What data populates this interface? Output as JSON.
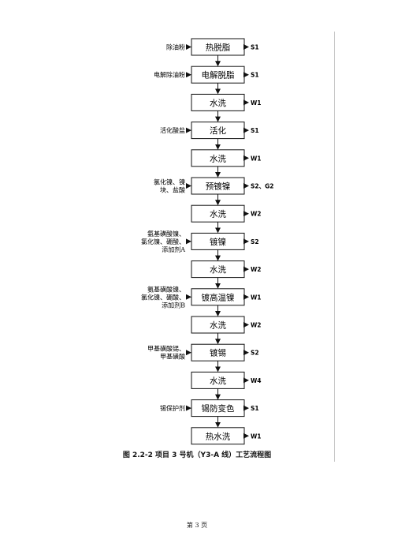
{
  "steps": [
    {
      "label": "热脱脂",
      "inputs": [
        "除油粉"
      ],
      "output": "S1"
    },
    {
      "label": "电解脱脂",
      "inputs": [
        "电解除油粉"
      ],
      "output": "S1"
    },
    {
      "label": "水洗",
      "inputs": [],
      "output": "W1"
    },
    {
      "label": "活化",
      "inputs": [
        "活化酸盐"
      ],
      "output": "S1"
    },
    {
      "label": "水洗",
      "inputs": [],
      "output": "W1"
    },
    {
      "label": "预镀镍",
      "inputs": [
        "氯化镍、镍",
        "块、盐酸"
      ],
      "output": "S2、G2"
    },
    {
      "label": "水洗",
      "inputs": [],
      "output": "W2"
    },
    {
      "label": "镀镍",
      "inputs": [
        "氨基磺酸镍、",
        "氯化镍、硼酸、",
        "添加剂A"
      ],
      "output": "S2"
    },
    {
      "label": "水洗",
      "inputs": [],
      "output": "W2"
    },
    {
      "label": "镀高温镍",
      "inputs": [
        "氨基磺酸镍、",
        "氯化镍、硼酸、",
        "添加剂B"
      ],
      "output": "W1"
    },
    {
      "label": "水洗",
      "inputs": [],
      "output": "W2"
    },
    {
      "label": "镀锡",
      "inputs": [
        "甲基磺酸锡、",
        "甲基磺酸"
      ],
      "output": "S2"
    },
    {
      "label": "水洗",
      "inputs": [],
      "output": "W4"
    },
    {
      "label": "锡防变色",
      "inputs": [
        "锡保护剂"
      ],
      "output": "S1"
    },
    {
      "label": "热水洗",
      "inputs": [],
      "output": "W1"
    }
  ],
  "caption": "图 2.2-2 项目 3 号机（Y3-A 线）工艺流程图",
  "page_number": "第 3 页"
}
